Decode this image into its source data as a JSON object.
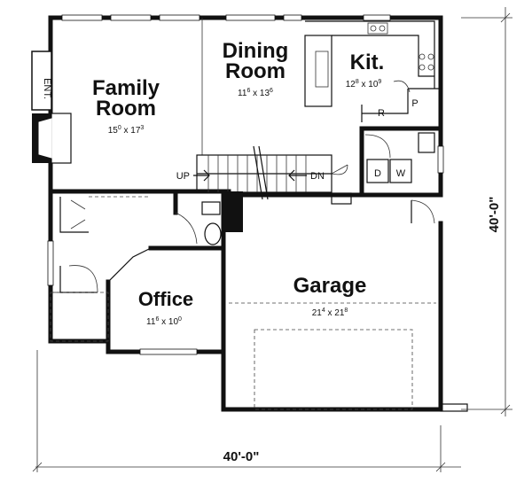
{
  "rooms": {
    "family": {
      "name_line1": "Family",
      "name_line2": "Room",
      "w_ft": "15",
      "w_in": "0",
      "h_ft": "17",
      "h_in": "3"
    },
    "dining": {
      "name_line1": "Dining",
      "name_line2": "Room",
      "w_ft": "11",
      "w_in": "6",
      "h_ft": "13",
      "h_in": "6"
    },
    "kitchen": {
      "name": "Kit.",
      "w_ft": "12",
      "w_in": "8",
      "h_ft": "10",
      "h_in": "9"
    },
    "office": {
      "name": "Office",
      "w_ft": "11",
      "w_in": "6",
      "h_ft": "10",
      "h_in": "0"
    },
    "garage": {
      "name": "Garage",
      "w_ft": "21",
      "w_in": "4",
      "h_ft": "21",
      "h_in": "8"
    }
  },
  "labels": {
    "entry": "ENT.",
    "up": "UP",
    "down": "DN",
    "refrigerator": "R",
    "pantry": "P",
    "dryer": "D",
    "washer": "W",
    "x": "x"
  },
  "overall": {
    "width": "40'-0\"",
    "depth": "40'-0\""
  }
}
